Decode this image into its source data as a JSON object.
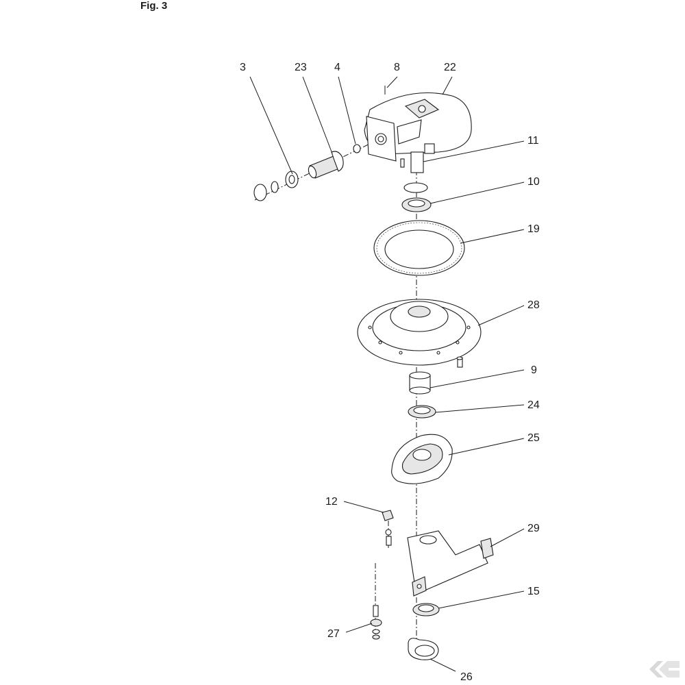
{
  "figure": {
    "label": "Fig. 3",
    "callouts": [
      {
        "id": "3",
        "text": "3"
      },
      {
        "id": "23",
        "text": "23"
      },
      {
        "id": "4",
        "text": "4"
      },
      {
        "id": "8",
        "text": "8"
      },
      {
        "id": "22",
        "text": "22"
      },
      {
        "id": "11",
        "text": "11"
      },
      {
        "id": "10",
        "text": "10"
      },
      {
        "id": "19",
        "text": "19"
      },
      {
        "id": "28",
        "text": "28"
      },
      {
        "id": "9",
        "text": "9"
      },
      {
        "id": "24",
        "text": "24"
      },
      {
        "id": "25",
        "text": "25"
      },
      {
        "id": "12",
        "text": "12"
      },
      {
        "id": "29",
        "text": "29"
      },
      {
        "id": "15",
        "text": "15"
      },
      {
        "id": "27",
        "text": "27"
      },
      {
        "id": "26",
        "text": "26"
      }
    ]
  }
}
